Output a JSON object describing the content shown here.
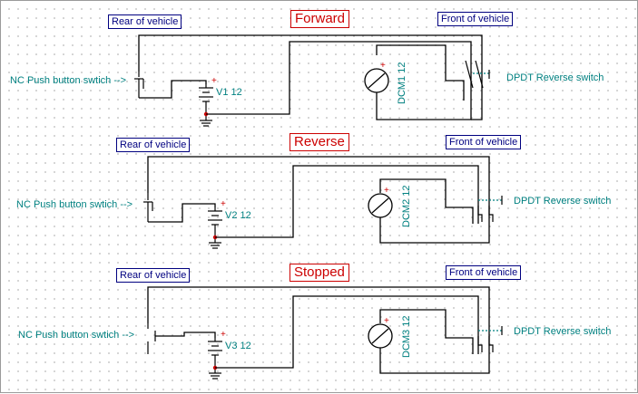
{
  "sections": [
    {
      "title": "Forward",
      "rear_label": "Rear of vehicle",
      "front_label": "Front of vehicle",
      "pushbutton_label": "NC Push button swtich -->",
      "battery_label": "V1 12",
      "motor_label": "DCM1 12",
      "switch_label": "DPDT Reverse switch"
    },
    {
      "title": "Reverse",
      "rear_label": "Rear of vehicle",
      "front_label": "Front of vehicle",
      "pushbutton_label": "NC Push button swtich -->",
      "battery_label": "V2 12",
      "motor_label": "DCM2 12",
      "switch_label": "DPDT Reverse switch"
    },
    {
      "title": "Stopped",
      "rear_label": "Rear of vehicle",
      "front_label": "Front of vehicle",
      "pushbutton_label": "NC Push button swtich -->",
      "battery_label": "V3 12",
      "motor_label": "DCM3 12",
      "switch_label": "DPDT Reverse switch"
    }
  ]
}
